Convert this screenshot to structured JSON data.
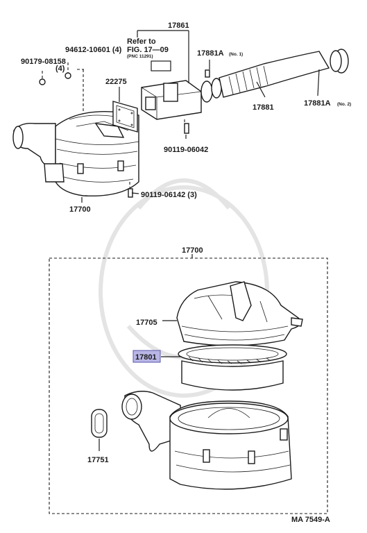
{
  "labels": {
    "p17861": "17861",
    "refer_line1": "Refer to",
    "refer_line2": "FIG. 17—09",
    "refer_line3": "(PNC 11291)",
    "p94612": "94612-10601 (4)",
    "p90179": "90179-08158",
    "p90179_qty": "(4)",
    "p22275": "22275",
    "p17881A_1": "17881A",
    "p17881A_1_note": "(No. 1)",
    "p17881": "17881",
    "p17881A_2": "17881A",
    "p17881A_2_note": "(No. 2)",
    "p90119_06042": "90119-06042",
    "p90119_06142": "90119-06142 (3)",
    "p17700_top": "17700",
    "p17700_box": "17700",
    "p17705": "17705",
    "p17801": "17801",
    "p17751": "17751",
    "figure_code": "MA 7549-A"
  },
  "colors": {
    "highlight": "#b9b6e6",
    "highlight_border": "#5a57a8",
    "ink": "#1a1a1a"
  }
}
